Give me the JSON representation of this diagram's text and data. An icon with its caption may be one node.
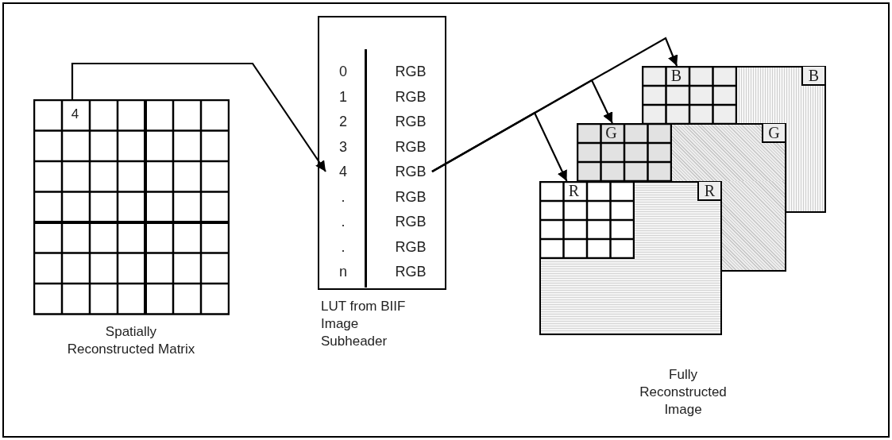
{
  "diagram": {
    "nodes": [
      {
        "text": [
          "Spatially Reconstructed Matrix"
        ]
      },
      {
        "text": [
          "4"
        ],
        "in": 0
      },
      {
        "text": [
          "LUT from BIIF Image Subheader"
        ]
      },
      {
        "text": [
          "0",
          "RGB"
        ],
        "in": 2
      },
      {
        "text": [
          "1",
          "RGB"
        ],
        "in": 2
      },
      {
        "text": [
          "2",
          "RGB"
        ],
        "in": 2
      },
      {
        "text": [
          "3",
          "RGB"
        ],
        "in": 2
      },
      {
        "text": [
          "4",
          "RGB"
        ],
        "in": 2
      },
      {
        "text": [
          ".",
          "RGB"
        ],
        "in": 2
      },
      {
        "text": [
          ".",
          "RGB"
        ],
        "in": 2
      },
      {
        "text": [
          ".",
          "RGB"
        ],
        "in": 2
      },
      {
        "text": [
          "n",
          "RGB"
        ],
        "in": 2
      },
      {
        "text": [
          "B",
          "B"
        ]
      },
      {
        "text": [
          "G",
          "G"
        ]
      },
      {
        "text": [
          "R",
          "R"
        ]
      }
    ],
    "edges": [
      {
        "from": 1,
        "to": 7,
        "arrow": "to"
      },
      {
        "from": 7,
        "to": 12,
        "arrow": "to"
      },
      {
        "from": 7,
        "to": 13,
        "arrow": "to"
      },
      {
        "from": 7,
        "to": 14,
        "arrow": "to"
      }
    ],
    "labels": [
      "Fully Reconstructed Image"
    ]
  }
}
